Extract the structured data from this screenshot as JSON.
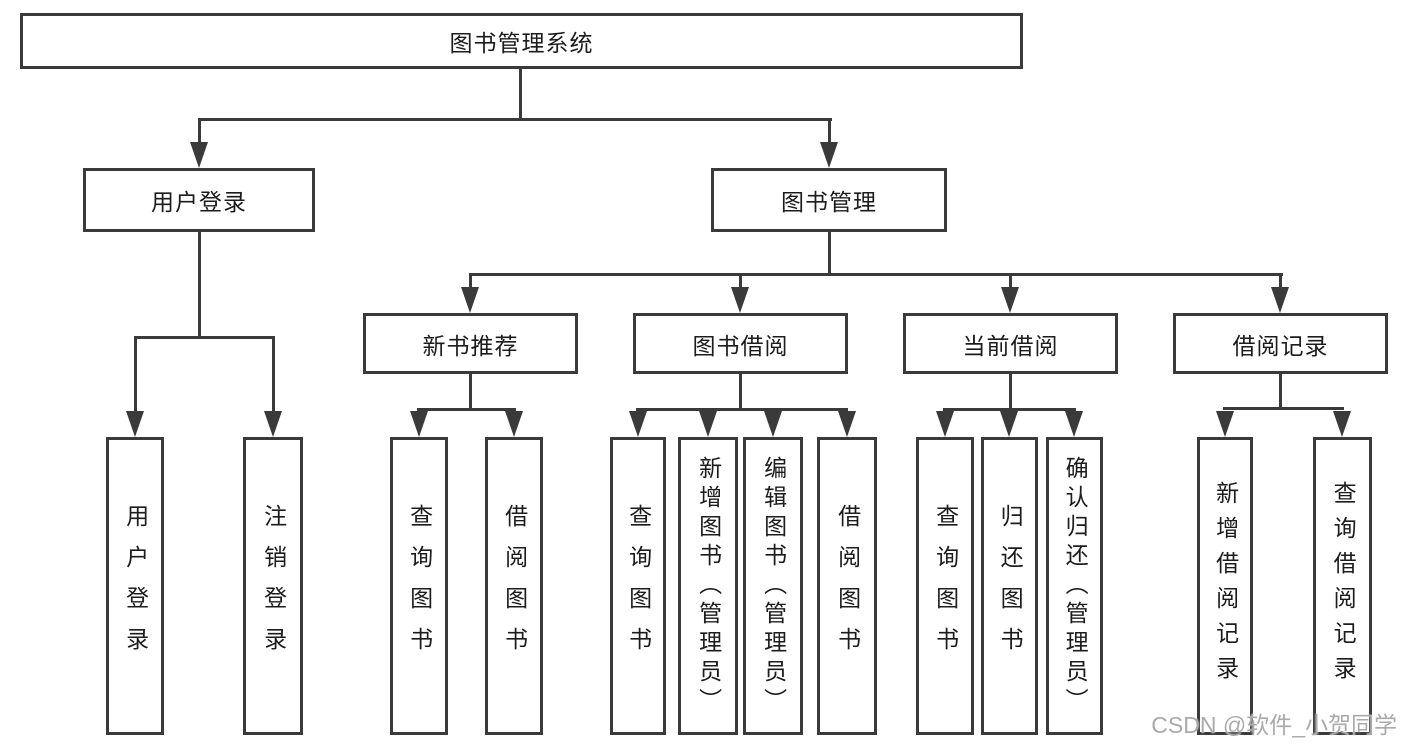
{
  "diagram": {
    "title": "图书管理系统",
    "level2": {
      "user_login": "用户登录",
      "book_mgmt": "图书管理"
    },
    "level3": {
      "new_book": "新书推荐",
      "borrow": "图书借阅",
      "current": "当前借阅",
      "records": "借阅记录"
    },
    "leaves": {
      "user_login": [
        "用户登录",
        "注销登录"
      ],
      "new_book": [
        "查询图书",
        "借阅图书"
      ],
      "borrow": [
        "查询图书",
        "新增图书（管理员）",
        "编辑图书（管理员）",
        "借阅图书"
      ],
      "current": [
        "查询图书",
        "归还图书",
        "确认归还（管理员）"
      ],
      "records": [
        "新增借阅记录",
        "查询借阅记录"
      ]
    },
    "watermark": "CSDN @软件_小贺同学",
    "colors": {
      "line": "#3a3a3a",
      "text": "#1c1c1c",
      "watermark": "#aaaaaa",
      "background": "#ffffff"
    }
  }
}
